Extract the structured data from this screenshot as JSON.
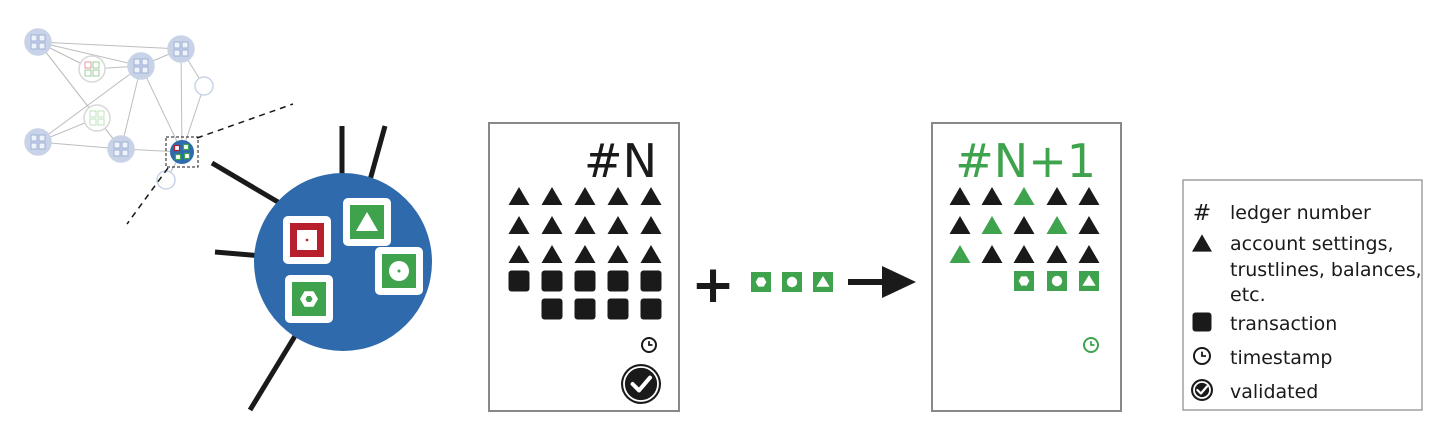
{
  "colors": {
    "black": "#1a1a1a",
    "green": "#3fa34d",
    "red": "#b8202e",
    "blue": "#2f6aad",
    "light_blue": "#c8d3e8",
    "line_gray": "#bdbdbd",
    "border_gray": "#888888"
  },
  "ledger_current": {
    "title": "#N",
    "triangle_rows": [
      [
        "black",
        "black",
        "black",
        "black",
        "black"
      ],
      [
        "black",
        "black",
        "black",
        "black",
        "black"
      ],
      [
        "black",
        "black",
        "black",
        "black",
        "black"
      ]
    ],
    "square_rows": [
      5,
      4
    ],
    "timestamp_icon": "clock-icon",
    "validated_icon": "check-circle-icon"
  },
  "operator_plus": "+",
  "incoming_transactions": [
    "hexagon",
    "circle",
    "triangle"
  ],
  "ledger_next": {
    "title": "#N+1",
    "triangle_rows": [
      [
        "black",
        "black",
        "green",
        "black",
        "black"
      ],
      [
        "black",
        "green",
        "black",
        "green",
        "black"
      ],
      [
        "green",
        "black",
        "black",
        "black",
        "black"
      ]
    ],
    "transactions": [
      "hexagon",
      "circle",
      "triangle"
    ],
    "timestamp_icon": "clock-icon"
  },
  "legend": {
    "items": [
      {
        "icon": "hash-icon",
        "symbol": "#",
        "lines": [
          "ledger number"
        ]
      },
      {
        "icon": "triangle-icon",
        "lines": [
          "account settings,",
          "trustlines, balances,",
          "etc."
        ]
      },
      {
        "icon": "square-icon",
        "lines": [
          "transaction"
        ]
      },
      {
        "icon": "clock-icon",
        "lines": [
          "timestamp"
        ]
      },
      {
        "icon": "check-circle-icon",
        "lines": [
          "validated"
        ]
      }
    ]
  }
}
